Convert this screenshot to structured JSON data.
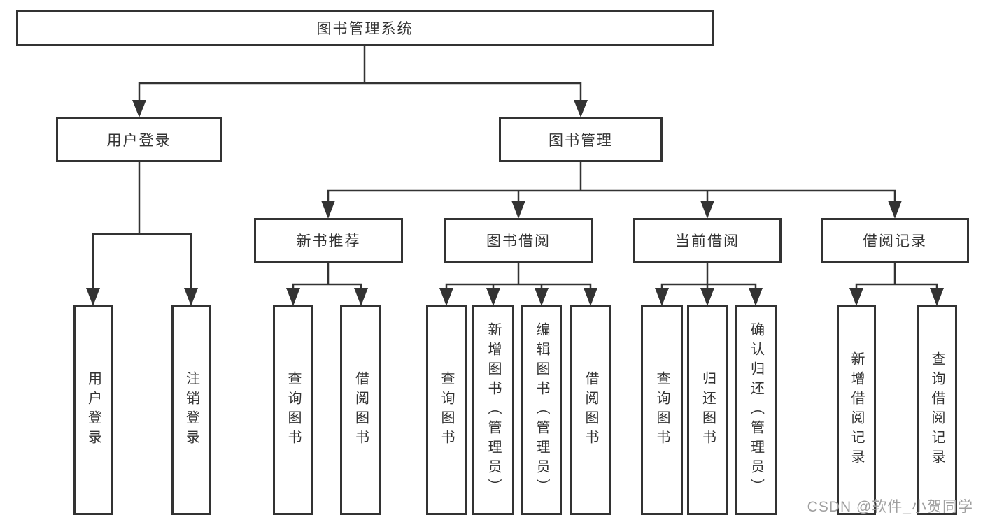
{
  "diagram": {
    "type": "hierarchy-tree",
    "nodes": {
      "root": "图书管理系统",
      "user_login": "用户登录",
      "book_mgmt": "图书管理",
      "new_books": "新书推荐",
      "book_borrow": "图书借阅",
      "current_borrow": "当前借阅",
      "borrow_records": "借阅记录",
      "ul_login": "用户登录",
      "ul_logout": "注销登录",
      "nb_query": "查询图书",
      "nb_borrow": "借阅图书",
      "bb_query": "查询图书",
      "bb_add": "新增图书（管理员）",
      "bb_edit": "编辑图书（管理员）",
      "bb_borrow": "借阅图书",
      "cb_query": "查询图书",
      "cb_return": "归还图书",
      "cb_confirm": "确认归还（管理员）",
      "br_add": "新增借阅记录",
      "br_query": "查询借阅记录"
    },
    "edges": [
      [
        "图书管理系统",
        "用户登录"
      ],
      [
        "图书管理系统",
        "图书管理"
      ],
      [
        "用户登录",
        "用户登录"
      ],
      [
        "用户登录",
        "注销登录"
      ],
      [
        "图书管理",
        "新书推荐"
      ],
      [
        "图书管理",
        "图书借阅"
      ],
      [
        "图书管理",
        "当前借阅"
      ],
      [
        "图书管理",
        "借阅记录"
      ],
      [
        "新书推荐",
        "查询图书"
      ],
      [
        "新书推荐",
        "借阅图书"
      ],
      [
        "图书借阅",
        "查询图书"
      ],
      [
        "图书借阅",
        "新增图书（管理员）"
      ],
      [
        "图书借阅",
        "编辑图书（管理员）"
      ],
      [
        "图书借阅",
        "借阅图书"
      ],
      [
        "当前借阅",
        "查询图书"
      ],
      [
        "当前借阅",
        "归还图书"
      ],
      [
        "当前借阅",
        "确认归还（管理员）"
      ],
      [
        "借阅记录",
        "新增借阅记录"
      ],
      [
        "借阅记录",
        "查询借阅记录"
      ]
    ],
    "colors": {
      "line": "#333333",
      "box_border": "#333333",
      "box_fill": "#ffffff",
      "text": "#333333",
      "watermark": "#9f9f9f"
    }
  },
  "watermark": "CSDN @软件_小贺同学"
}
